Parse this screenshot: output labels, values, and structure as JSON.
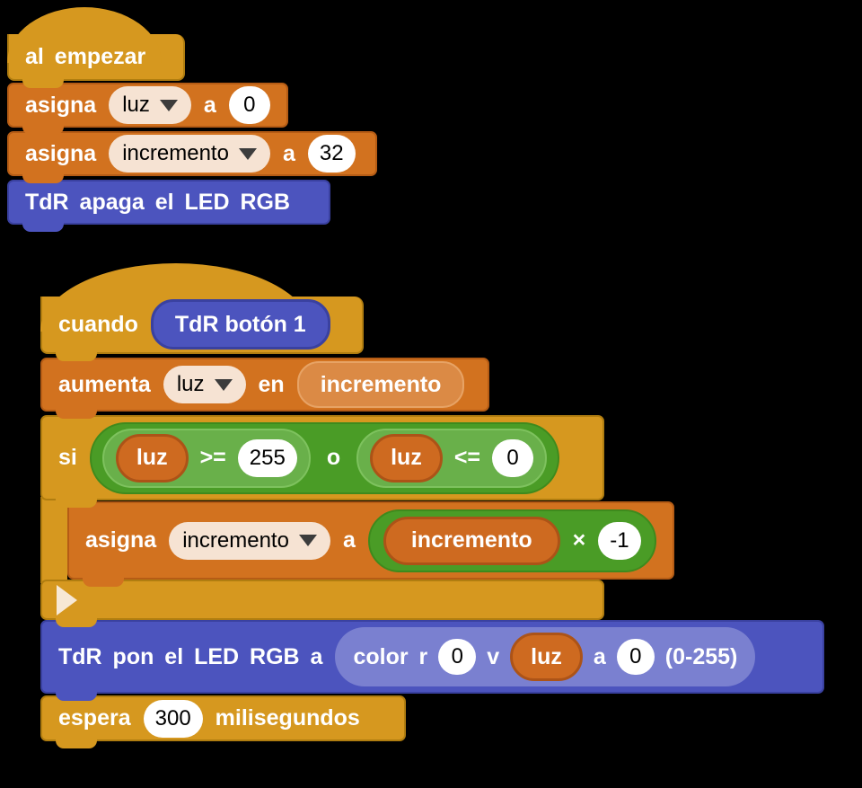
{
  "colors": {
    "background": "#000000",
    "control_gold": "#D6981F",
    "variables_orange": "#D2721F",
    "operators_green_dark": "#4A9C26",
    "operators_green_light": "#69B04A",
    "custom_blue": "#4C54BE",
    "custom_blue_light": "#7A80D0",
    "variable_pill_orange": "#CE6A20",
    "variable_pill_light": "#DB8A45",
    "dropdown_cream": "#F6E3D3",
    "input_white": "#FFFFFF"
  },
  "script1": {
    "hat_start": {
      "label": "al empezar"
    },
    "set_luz": {
      "keyword": "asigna",
      "variable": "luz",
      "connector": "a",
      "value": "0"
    },
    "set_incremento": {
      "keyword": "asigna",
      "variable": "incremento",
      "connector": "a",
      "value": "32"
    },
    "led_off": {
      "label": "TdR apaga el LED RGB"
    }
  },
  "script2": {
    "hat_button": {
      "keyword": "cuando",
      "event": "TdR botón 1"
    },
    "increase": {
      "keyword": "aumenta",
      "variable": "luz",
      "connector": "en",
      "amount": "incremento"
    },
    "if": {
      "keyword": "si",
      "or_label": "o",
      "cmp_high": {
        "variable": "luz",
        "operator": ">=",
        "value": "255"
      },
      "cmp_low": {
        "variable": "luz",
        "operator": "<=",
        "value": "0"
      }
    },
    "set_flip": {
      "keyword": "asigna",
      "variable": "incremento",
      "connector": "a",
      "expression": {
        "variable": "incremento",
        "operator": "×",
        "value": "-1"
      }
    },
    "led_set": {
      "label": "TdR pon el LED RGB a",
      "color": {
        "fn": "color r",
        "r": "0",
        "green_label": "v",
        "g": "luz",
        "blue_label": "a",
        "b": "0",
        "range": "(0-255)"
      }
    },
    "wait": {
      "keyword": "espera",
      "value": "300",
      "unit": "milisegundos"
    }
  }
}
